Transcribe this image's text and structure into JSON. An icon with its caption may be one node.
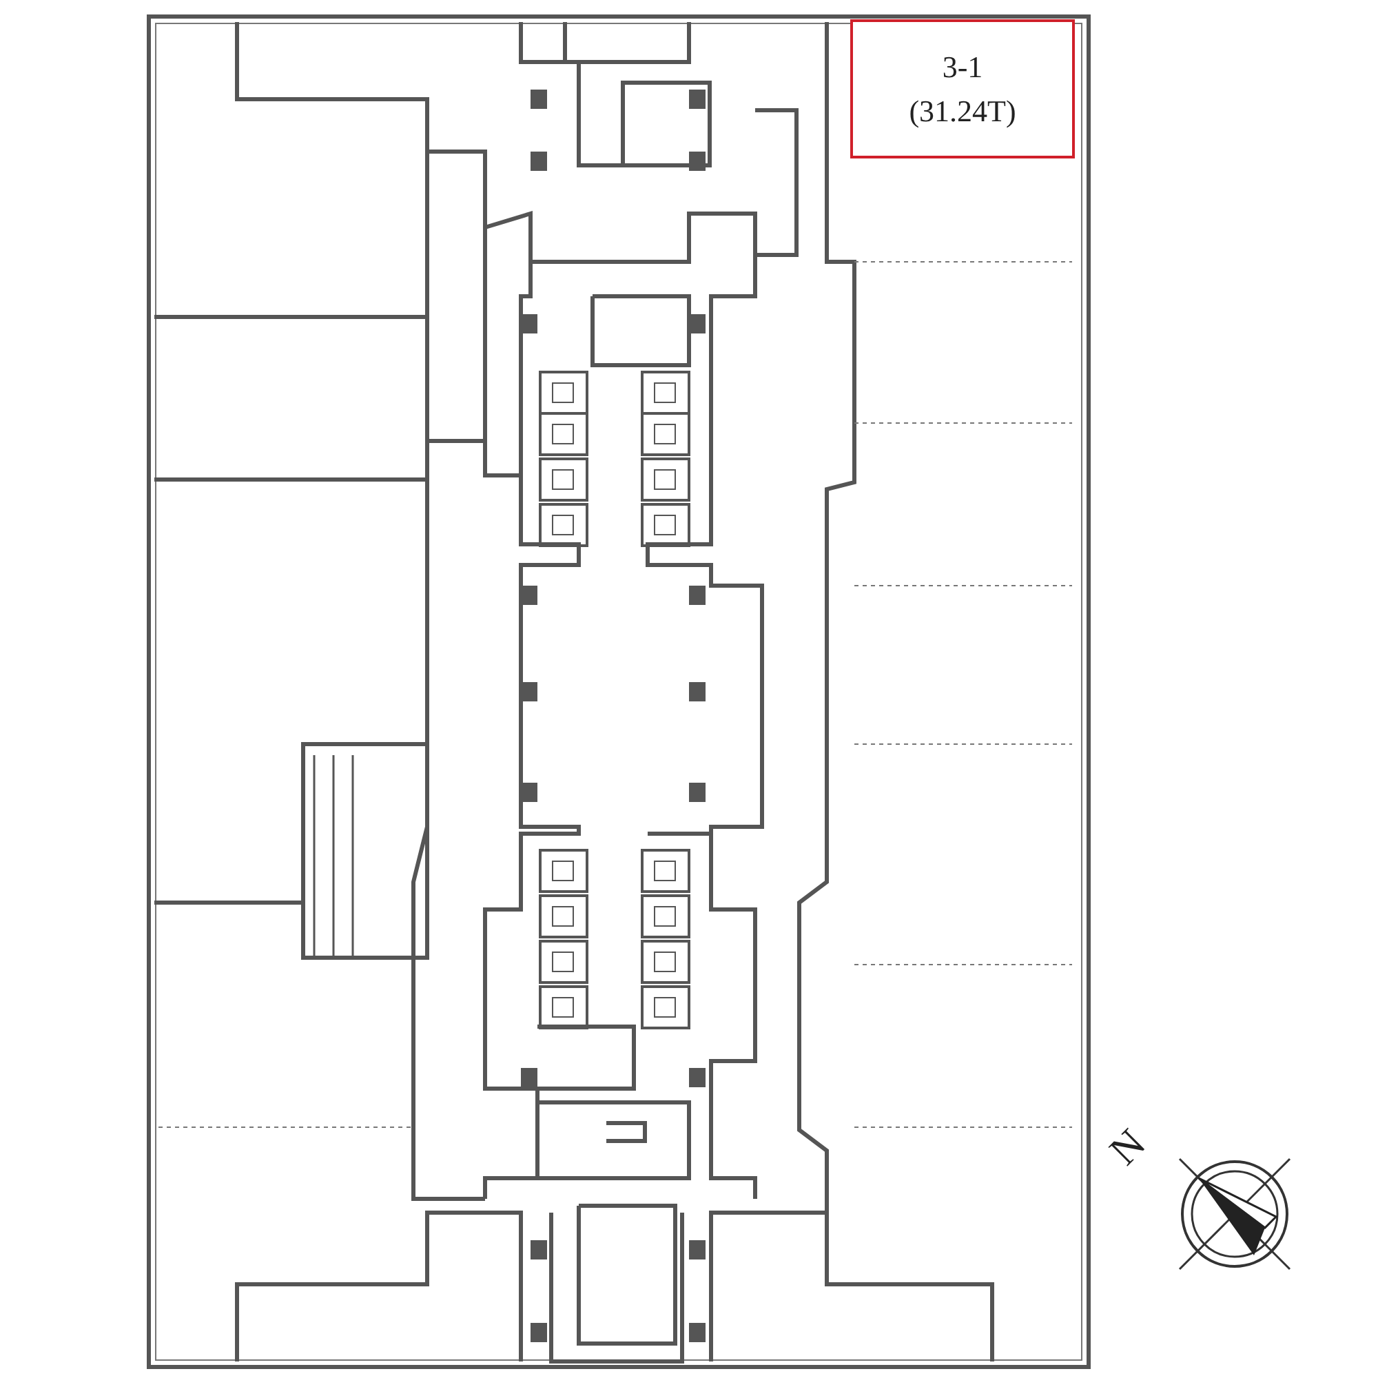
{
  "diagram": {
    "nodes": [
      {
        "text": [
          "3-1",
          "(31.24T)"
        ]
      }
    ],
    "labels": [
      "N"
    ]
  }
}
